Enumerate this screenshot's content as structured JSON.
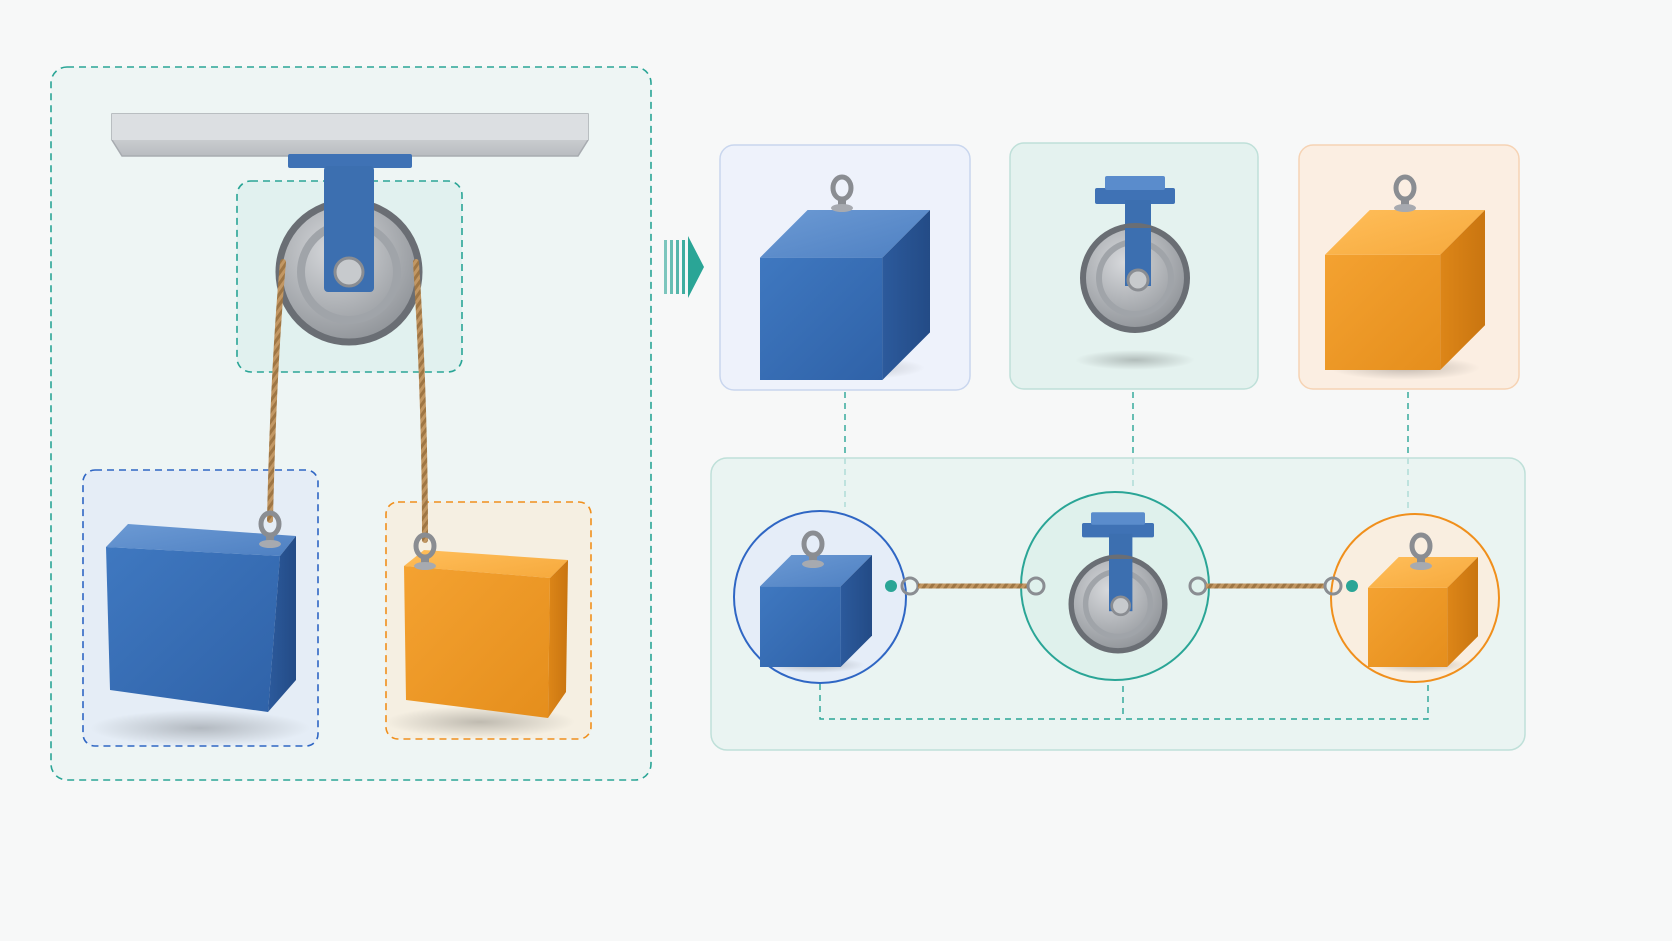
{
  "diagram": {
    "kind": "atwood-machine-decomposition",
    "background_color": "#f7f8f8",
    "colors": {
      "teal": "#2aa596",
      "blue": "#2f66c4",
      "orange": "#f08f1c",
      "blue_block": "#3f78c0",
      "orange_block": "#f29f2a",
      "steel": "#c9ccd0",
      "rope": "#b38a55"
    },
    "assembly": {
      "ceiling": {
        "icon": "ceiling-beam"
      },
      "pulley": {
        "icon": "pulley-wheel",
        "outline": "teal"
      },
      "block_a": {
        "icon": "blue-cube",
        "outline": "blue"
      },
      "block_b": {
        "icon": "orange-cube",
        "outline": "orange"
      },
      "rope": {
        "icon": "rope"
      }
    },
    "arrow": {
      "icon": "right-arrow"
    },
    "components": [
      {
        "id": "blue-block",
        "icon": "blue-cube",
        "tint": "blue"
      },
      {
        "id": "pulley",
        "icon": "pulley-wheel",
        "tint": "teal"
      },
      {
        "id": "orange-block",
        "icon": "orange-cube",
        "tint": "orange"
      }
    ],
    "connection_graph": {
      "nodes": [
        "blue-block",
        "pulley",
        "orange-block"
      ],
      "edges": [
        {
          "from": "blue-block",
          "to": "pulley",
          "icon": "rope-link"
        },
        {
          "from": "pulley",
          "to": "orange-block",
          "icon": "rope-link"
        }
      ]
    }
  }
}
